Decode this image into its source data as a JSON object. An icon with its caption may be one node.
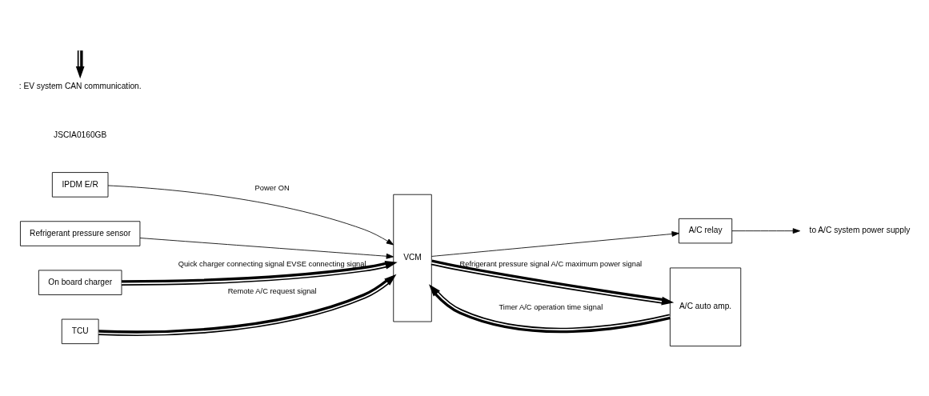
{
  "diagram": {
    "nodes": [
      {
        "text": [
          "IPDM E/R"
        ]
      },
      {
        "text": [
          "Refrigerant pressure sensor"
        ]
      },
      {
        "text": [
          "On board charger"
        ]
      },
      {
        "text": [
          "TCU"
        ]
      },
      {
        "text": [
          "VCM"
        ]
      },
      {
        "text": [
          "A/C relay"
        ]
      },
      {
        "text": [
          "to A/C system power supply"
        ]
      },
      {
        "text": [
          "A/C auto amp."
        ]
      }
    ],
    "edges": [
      {
        "from": 0,
        "to": 4,
        "arrow": "to",
        "label": "Power ON"
      },
      {
        "from": 1,
        "to": 4,
        "arrow": "to"
      },
      {
        "from": 2,
        "to": 4,
        "arrow": "to",
        "label": "Quick charger connecting signal EVSE connecting signal",
        "style": "thick"
      },
      {
        "from": 3,
        "to": 4,
        "arrow": "to",
        "label": "Remote A/C request signal",
        "style": "thick"
      },
      {
        "from": 4,
        "to": 5,
        "arrow": "to"
      },
      {
        "from": 5,
        "to": 6,
        "arrow": "to"
      },
      {
        "from": 4,
        "to": 7,
        "arrow": "to",
        "label": "Refrigerant pressure signal A/C maximum power signal",
        "style": "thick"
      },
      {
        "from": 7,
        "to": 4,
        "arrow": "to",
        "label": "Timer A/C operation time signal",
        "style": "thick"
      }
    ],
    "labels": [
      "JSCIA0160GB"
    ],
    "legend": [
      {
        "text": ": EV system CAN communication."
      }
    ]
  }
}
